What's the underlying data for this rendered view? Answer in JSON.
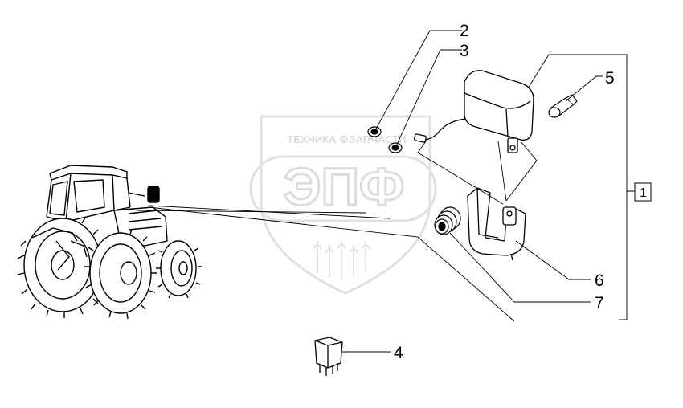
{
  "callouts": {
    "c1": "1",
    "c2": "2",
    "c3": "3",
    "c4": "4",
    "c5": "5",
    "c6": "6",
    "c7": "7"
  },
  "watermark": {
    "top_text": "ТЕХНИКА",
    "top_text_right": "ЗАПЧАСТИ",
    "logo_text": "ЭПФ"
  }
}
